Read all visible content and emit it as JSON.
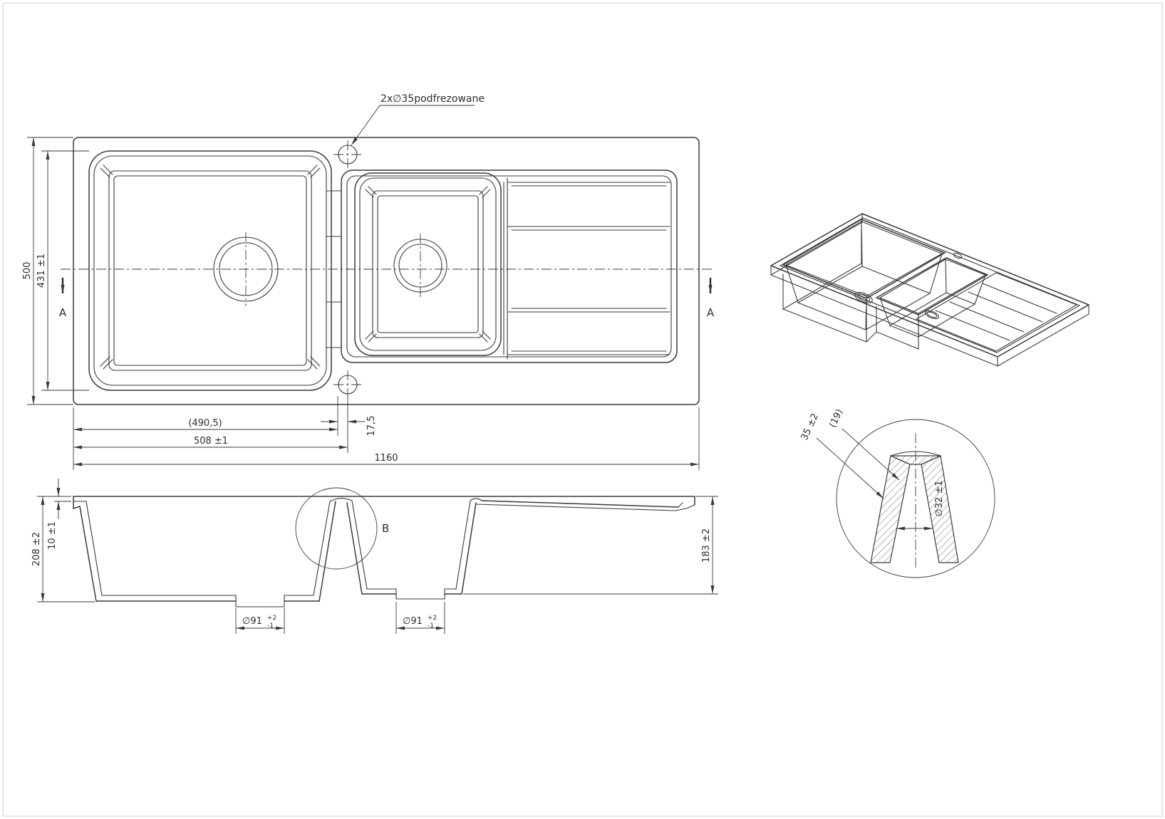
{
  "drawing": {
    "background": "#ffffff",
    "line_color": "#3a3a3a",
    "top_view": {
      "note_tap_holes": "2x∅35podfrezowane",
      "dim_bowl_width_ref": "(490,5)",
      "dim_tap_x": "508 ±1",
      "dim_tap_offset": "17,5",
      "dim_overall_width": "1160",
      "dim_overall_depth": "500",
      "dim_bowl_depth": "431 ±1",
      "section_a_left": "A",
      "section_a_right": "A"
    },
    "front_view": {
      "dim_total_height": "208 ±2",
      "dim_rim_height": "10 ±1",
      "dim_right_height": "183 ±2",
      "drain_left": {
        "dia": "∅91",
        "tol_plus": "+2",
        "tol_minus": "-1"
      },
      "drain_right": {
        "dia": "∅91",
        "tol_plus": "+2",
        "tol_minus": "-1"
      },
      "detail_label": "B"
    },
    "detail_view": {
      "dim_edge_height": "35 ±2",
      "dim_ref": "(19)",
      "dim_hole_dia": "∅32 ±1"
    }
  }
}
